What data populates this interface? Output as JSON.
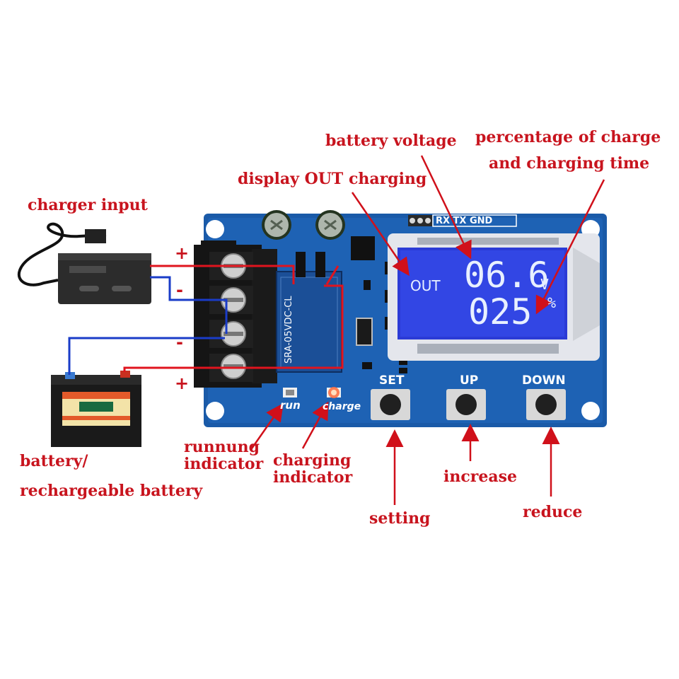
{
  "labels": {
    "battery_voltage": "battery voltage",
    "percentage_line1": "percentage of charge",
    "percentage_line2": "and charging time",
    "display_out": "display OUT charging",
    "charger_input": "charger input",
    "battery_line1": "battery/",
    "battery_line2": "rechargeable battery",
    "running_line1": "runnung",
    "running_line2": "indicator",
    "charging_line1": "charging",
    "charging_line2": "indicator",
    "increase": "increase",
    "setting": "setting",
    "reduce": "reduce"
  },
  "polarity": {
    "plus_top": "+",
    "minus_1": "-",
    "minus_2": "-",
    "plus_bottom": "+"
  },
  "board": {
    "header": "RX TX GND",
    "relay_text": "SRA-05VDC-CL",
    "run_label": "run",
    "charge_label": "charge",
    "set_button": "SET",
    "up_button": "UP",
    "down_button": "DOWN"
  },
  "lcd": {
    "out": "OUT",
    "voltage": "06.6",
    "voltage_unit": "V",
    "percent": "025",
    "percent_unit": "%"
  },
  "colors": {
    "annotation": "#c8141e",
    "pcb": "#1a5aa8",
    "lcd": "#2b3bd6",
    "wire_red": "#e0141e",
    "wire_blue": "#1a3cc8"
  }
}
